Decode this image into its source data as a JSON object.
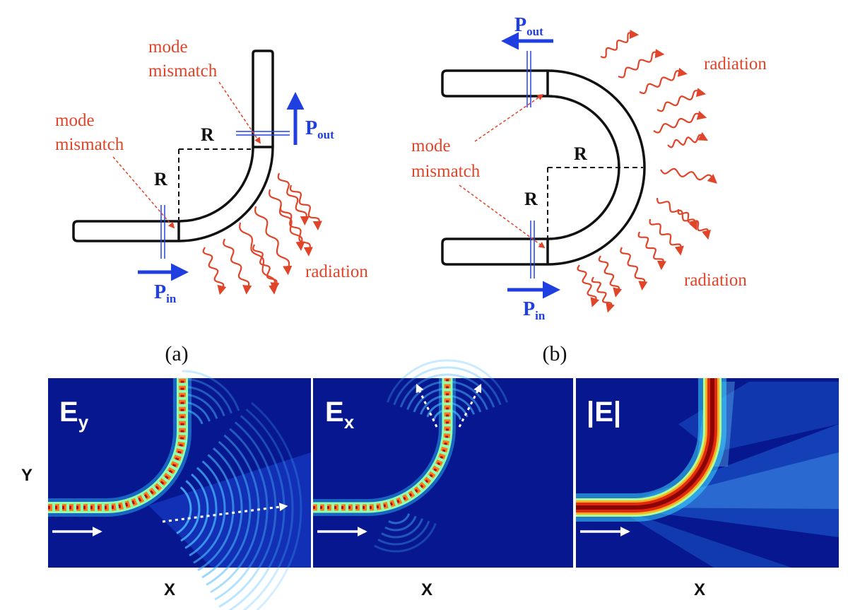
{
  "panel_a": {
    "caption": "(a)",
    "mode_mismatch_top_line1": "mode",
    "mode_mismatch_top_line2": "mismatch",
    "mode_mismatch_left_line1": "mode",
    "mode_mismatch_left_line2": "mismatch",
    "radius_h": "R",
    "radius_v": "R",
    "p_out": "P",
    "p_out_sub": "out",
    "p_in": "P",
    "p_in_sub": "in",
    "radiation": "radiation"
  },
  "panel_b": {
    "caption": "(b)",
    "mode_mismatch_line1": "mode",
    "mode_mismatch_line2": "mismatch",
    "radius_h": "R",
    "radius_v": "R",
    "p_out": "P",
    "p_out_sub": "out",
    "p_in": "P",
    "p_in_sub": "in",
    "radiation_top": "radiation",
    "radiation_bottom": "radiation"
  },
  "sim": {
    "y_axis": "Y",
    "panels": [
      {
        "label": "E",
        "label_sub": "y",
        "x_axis": "X"
      },
      {
        "label": "E",
        "label_sub": "x",
        "x_axis": "X"
      },
      {
        "label": "|E|",
        "label_sub": "",
        "x_axis": "X"
      }
    ]
  },
  "colors": {
    "red": "#e0452a",
    "blue": "#1f3fe0",
    "field_bg": "#06178f",
    "black": "#111111"
  }
}
